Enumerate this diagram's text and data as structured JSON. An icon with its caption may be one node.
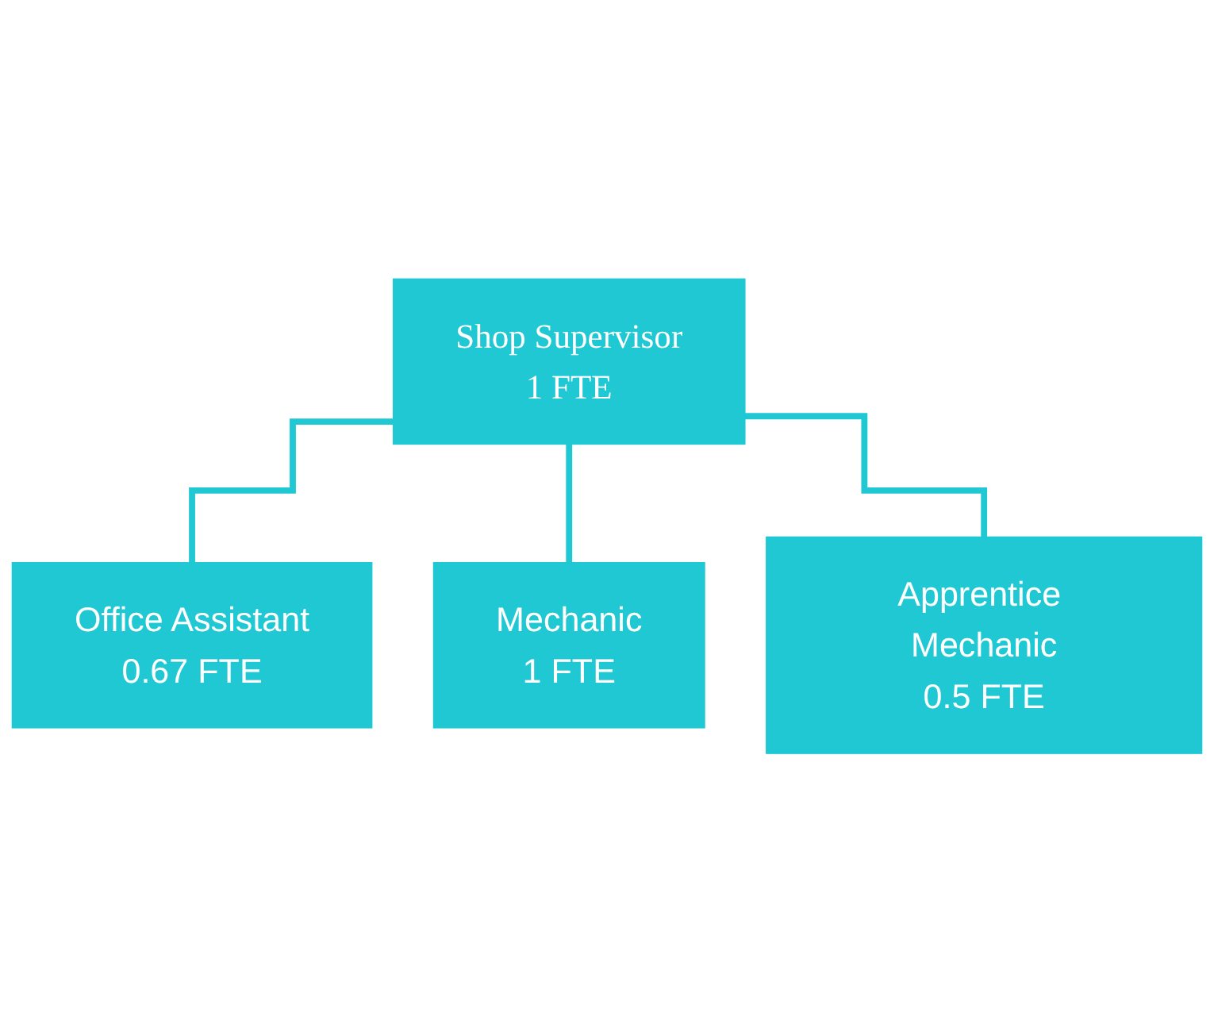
{
  "diagram": {
    "nodes": [
      {
        "text": [
          "Shop Supervisor",
          "1 FTE"
        ]
      },
      {
        "text": [
          "Office Assistant",
          "0.67 FTE"
        ]
      },
      {
        "text": [
          "Mechanic",
          "1 FTE"
        ]
      },
      {
        "text": [
          "Apprentice Mechanic",
          "0.5 FTE"
        ]
      }
    ],
    "edges": [
      {
        "from": 0,
        "to": 1,
        "arrow": "none"
      },
      {
        "from": 0,
        "to": 2,
        "arrow": "none"
      },
      {
        "from": 0,
        "to": 3,
        "arrow": "none"
      }
    ]
  }
}
